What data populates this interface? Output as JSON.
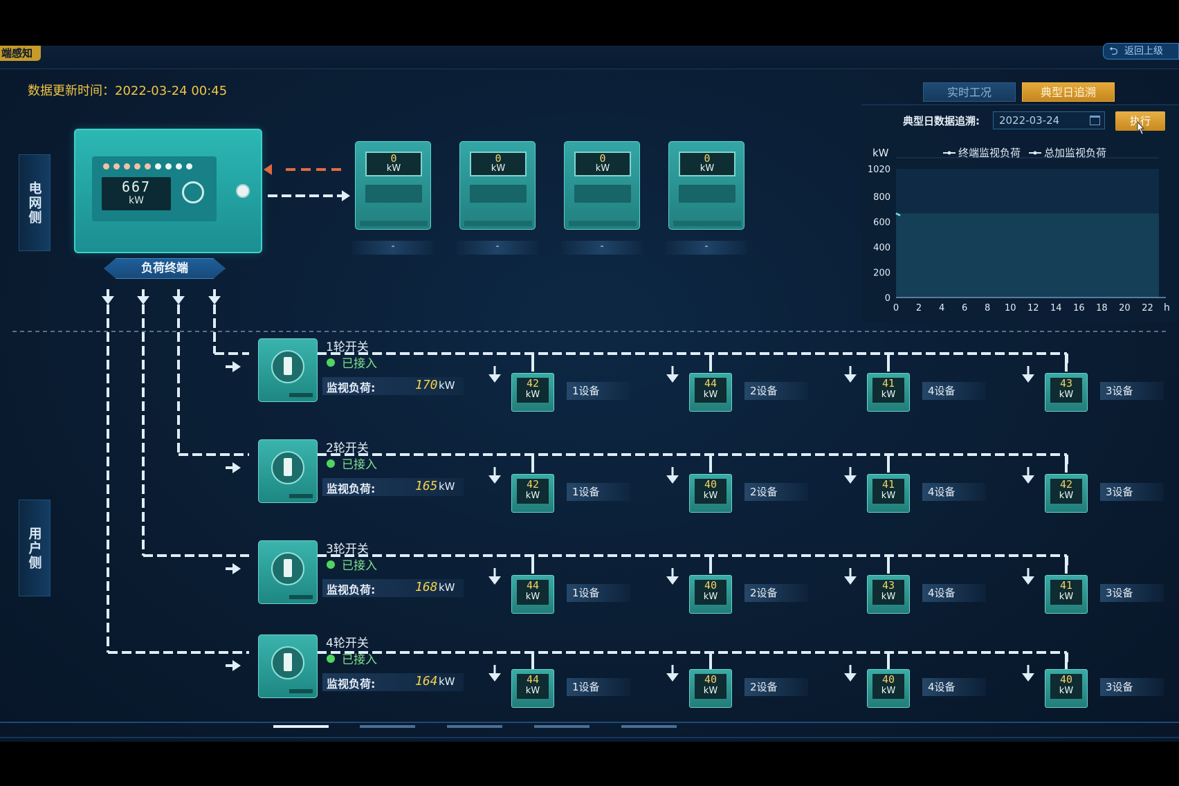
{
  "header": {
    "corner_title": "端感知",
    "back_label": "返回上级",
    "update_time": "数据更新时间：2022-03-24 00:45"
  },
  "tabs": [
    {
      "label": "实时工况",
      "active": false
    },
    {
      "label": "典型日追溯",
      "active": true
    }
  ],
  "trace": {
    "label": "典型日数据追溯:",
    "date": "2022-03-24",
    "execute_label": "执行"
  },
  "chart_data": {
    "type": "line",
    "ylabel": "kW",
    "xlabel": "h",
    "ylim": [
      0,
      1020
    ],
    "yticks": [
      0,
      200,
      400,
      600,
      800,
      1020
    ],
    "xlim": [
      0,
      23
    ],
    "xticks": [
      0,
      2,
      4,
      6,
      8,
      10,
      12,
      14,
      16,
      18,
      20,
      22
    ],
    "legend_position": "top",
    "series": [
      {
        "name": "终端监视负荷",
        "color": "#f0c542",
        "x": [
          0
        ],
        "y": [
          667
        ]
      },
      {
        "name": "总加监视负荷",
        "color": "#66e0d8",
        "x": [
          0
        ],
        "y": [
          667
        ]
      }
    ],
    "grid": false,
    "area_fill": "#1b4f68"
  },
  "sides": {
    "grid": "电网侧",
    "user": "用户侧"
  },
  "terminal": {
    "value": "667",
    "unit": "kW",
    "label": "负荷终端"
  },
  "meters": [
    {
      "value": "0",
      "unit": "kW",
      "name": "-"
    },
    {
      "value": "0",
      "unit": "kW",
      "name": "-"
    },
    {
      "value": "0",
      "unit": "kW",
      "name": "-"
    },
    {
      "value": "0",
      "unit": "kW",
      "name": "-"
    }
  ],
  "load_label": "监视负荷:",
  "rounds": [
    {
      "title": "1轮开关",
      "status": "已接入",
      "load": "170",
      "unit": "kW",
      "devices": [
        {
          "value": "42",
          "unit": "kW",
          "name": "1设备"
        },
        {
          "value": "44",
          "unit": "kW",
          "name": "2设备"
        },
        {
          "value": "41",
          "unit": "kW",
          "name": "4设备"
        },
        {
          "value": "43",
          "unit": "kW",
          "name": "3设备"
        }
      ]
    },
    {
      "title": "2轮开关",
      "status": "已接入",
      "load": "165",
      "unit": "kW",
      "devices": [
        {
          "value": "42",
          "unit": "kW",
          "name": "1设备"
        },
        {
          "value": "40",
          "unit": "kW",
          "name": "2设备"
        },
        {
          "value": "41",
          "unit": "kW",
          "name": "4设备"
        },
        {
          "value": "42",
          "unit": "kW",
          "name": "3设备"
        }
      ]
    },
    {
      "title": "3轮开关",
      "status": "已接入",
      "load": "168",
      "unit": "kW",
      "devices": [
        {
          "value": "44",
          "unit": "kW",
          "name": "1设备"
        },
        {
          "value": "40",
          "unit": "kW",
          "name": "2设备"
        },
        {
          "value": "43",
          "unit": "kW",
          "name": "4设备"
        },
        {
          "value": "41",
          "unit": "kW",
          "name": "3设备"
        }
      ]
    },
    {
      "title": "4轮开关",
      "status": "已接入",
      "load": "164",
      "unit": "kW",
      "devices": [
        {
          "value": "44",
          "unit": "kW",
          "name": "1设备"
        },
        {
          "value": "40",
          "unit": "kW",
          "name": "2设备"
        },
        {
          "value": "40",
          "unit": "kW",
          "name": "4设备"
        },
        {
          "value": "40",
          "unit": "kW",
          "name": "3设备"
        }
      ]
    }
  ]
}
